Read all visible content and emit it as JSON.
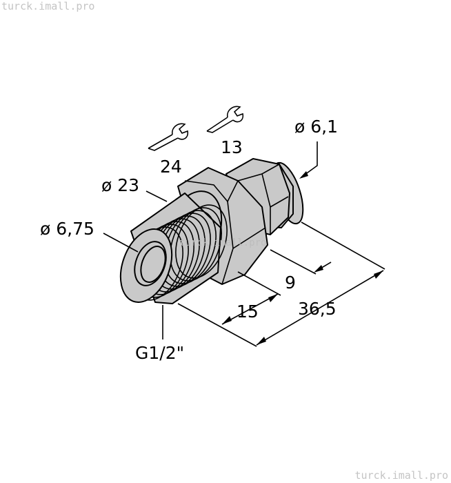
{
  "watermarks": {
    "top_left": "turck.imall.pro",
    "bottom_right": "turck.imall.pro",
    "center": "turck.imall.pro"
  },
  "dimensions": {
    "outer_dia_cap": "ø 6,1",
    "wrench_small": "13",
    "wrench_large": "24",
    "dia_collar": "ø 23",
    "dia_bore": "ø 6,75",
    "len_cap": "9",
    "len_thread": "15",
    "len_total": "36,5",
    "thread": "G1/2\""
  },
  "colors": {
    "part_fill": "#c9c9c9",
    "line": "#000000",
    "watermark": "#c4c4c4"
  }
}
